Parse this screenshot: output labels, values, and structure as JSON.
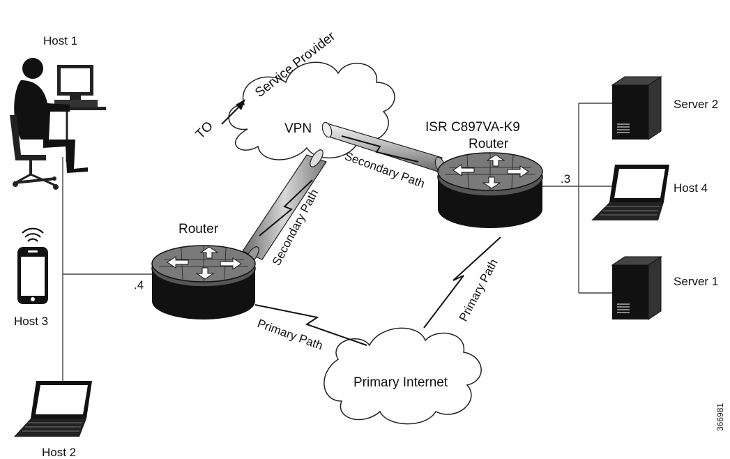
{
  "nodes": {
    "host1": "Host 1",
    "host2": "Host 2",
    "host3": "Host 3",
    "host4": "Host 4",
    "server1": "Server 1",
    "server2": "Server 2",
    "router_left": "Router",
    "router_right_model": "ISR C897VA-K9",
    "router_right_label": "Router",
    "vpn": "VPN",
    "primary_internet": "Primary Internet"
  },
  "arrow_label": {
    "to": "TO",
    "service_provider": "Service Provider"
  },
  "paths": {
    "secondary_left": "Secondary Path",
    "secondary_right": "Secondary Path",
    "primary_left": "Primary Path",
    "primary_right": "Primary Path"
  },
  "addresses": {
    "left_router": ".4",
    "right_router": ".3"
  },
  "figure_id": "366981"
}
